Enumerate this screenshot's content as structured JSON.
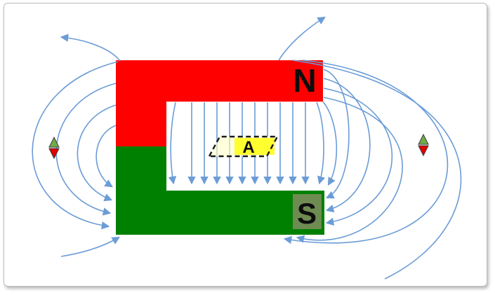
{
  "diagram_labels": {
    "north_pole": "N",
    "south_pole": "S",
    "area": "A"
  },
  "colors": {
    "north_arm": "#fe0000",
    "south_arm": "#008000",
    "south_label_box": "#6e8b52",
    "field_line": "#6b9cd6",
    "area_fill": "#ffffc8",
    "area_label_highlight": "#ffff30",
    "marker_top": "#70ad47",
    "marker_bottom": "#df0000",
    "frame_border": "#bdbdbd"
  },
  "icons": {
    "arrowhead": "triangle-arrowhead-icon",
    "flux_marker": "diamond-up-down-icon"
  }
}
